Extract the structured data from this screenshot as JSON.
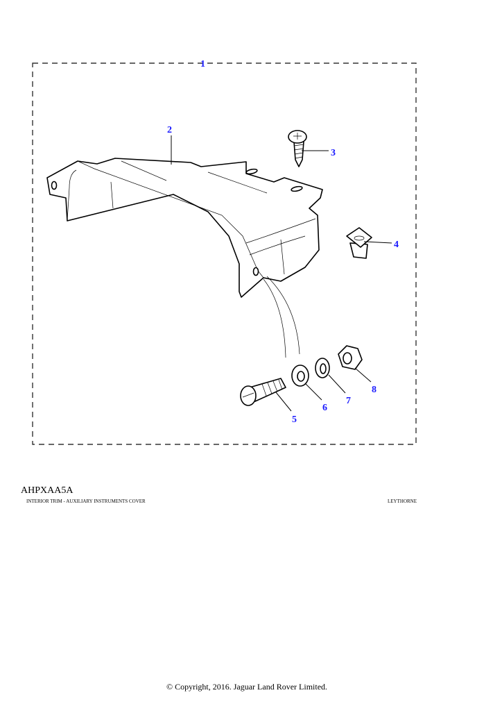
{
  "diagram": {
    "code": "AHPXAA5A",
    "title": "INTERIOR TRIM - AUXILIARY INSTRUMENTS COVER",
    "source": "LEYTHORNE",
    "callout_color": "#1a1aff",
    "callouts": [
      "1",
      "2",
      "3",
      "4",
      "5",
      "6",
      "7",
      "8"
    ]
  },
  "footer": {
    "copyright": "© Copyright, 2016. Jaguar Land Rover Limited."
  }
}
